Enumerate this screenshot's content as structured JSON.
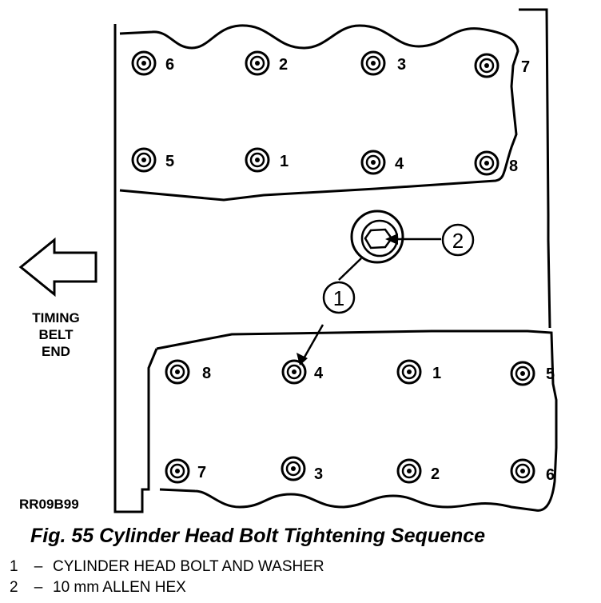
{
  "figure_code": "RR09B99",
  "side_label": [
    "TIMING",
    "BELT",
    "END"
  ],
  "caption": "Fig. 55 Cylinder Head Bolt Tightening Sequence",
  "callouts": [
    "1",
    "2"
  ],
  "legend": [
    {
      "num": "1",
      "dash": "–",
      "text": "CYLINDER HEAD BOLT AND WASHER"
    },
    {
      "num": "2",
      "dash": "–",
      "text": "10 mm ALLEN HEX"
    }
  ],
  "upper_head_bolts": [
    {
      "seq": "6"
    },
    {
      "seq": "2"
    },
    {
      "seq": "3"
    },
    {
      "seq": "7"
    },
    {
      "seq": "5"
    },
    {
      "seq": "1"
    },
    {
      "seq": "4"
    },
    {
      "seq": "8"
    }
  ],
  "lower_head_bolts": [
    {
      "seq": "8"
    },
    {
      "seq": "4"
    },
    {
      "seq": "1"
    },
    {
      "seq": "5"
    },
    {
      "seq": "7"
    },
    {
      "seq": "3"
    },
    {
      "seq": "2"
    },
    {
      "seq": "6"
    }
  ]
}
